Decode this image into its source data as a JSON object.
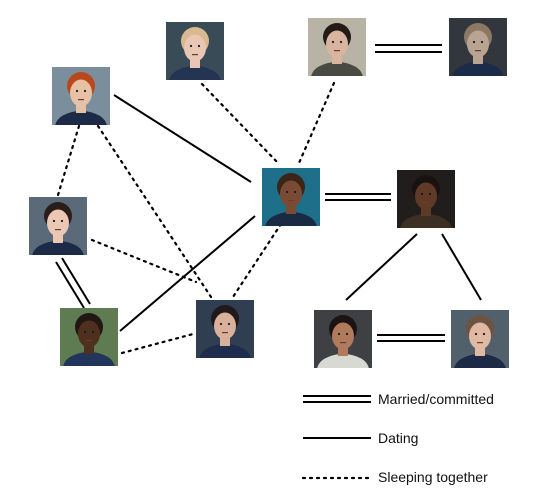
{
  "legend": {
    "married": "Married/committed",
    "dating": "Dating",
    "sleeping": "Sleeping together"
  },
  "portraits": [
    {
      "id": "tilly",
      "skin": "#e7c1a6",
      "hair": "#b8491d",
      "uniform": "#1c2a48",
      "bg": "#7a8e9c"
    },
    {
      "id": "blonde-officer",
      "skin": "#e9c7b4",
      "hair": "#d9b990",
      "uniform": "#233553",
      "bg": "#3a4b58"
    },
    {
      "id": "dark-hair-woman",
      "skin": "#d9b49e",
      "hair": "#241a16",
      "uniform": "#4a4a44",
      "bg": "#b9b3a6"
    },
    {
      "id": "saru",
      "skin": "#b9a492",
      "hair": "#8d7866",
      "uniform": "#1d2b4a",
      "bg": "#32373e"
    },
    {
      "id": "burnham",
      "skin": "#7a4b34",
      "hair": "#3b2418",
      "uniform": "#1a2a43",
      "bg": "#1d6f8a"
    },
    {
      "id": "book",
      "skin": "#5f3a27",
      "hair": "#1a1210",
      "uniform": "#3d3022",
      "bg": "#221d1d"
    },
    {
      "id": "detmer",
      "skin": "#ecc8b4",
      "hair": "#2a1e1a",
      "uniform": "#1c2a48",
      "bg": "#5a6a78"
    },
    {
      "id": "owosekun",
      "skin": "#4f301f",
      "hair": "#221713",
      "uniform": "#22355a",
      "bg": "#5f7b52"
    },
    {
      "id": "ryn-like",
      "skin": "#d9b09a",
      "hair": "#20191a",
      "uniform": "#1e2d4d",
      "bg": "#2f3e50"
    },
    {
      "id": "culber",
      "skin": "#b07b5d",
      "hair": "#1b1412",
      "uniform": "#d9d9d4",
      "bg": "#3e4044"
    },
    {
      "id": "stamets",
      "skin": "#e0b9a2",
      "hair": "#6e5440",
      "uniform": "#1d2a45",
      "bg": "#52606c"
    }
  ]
}
